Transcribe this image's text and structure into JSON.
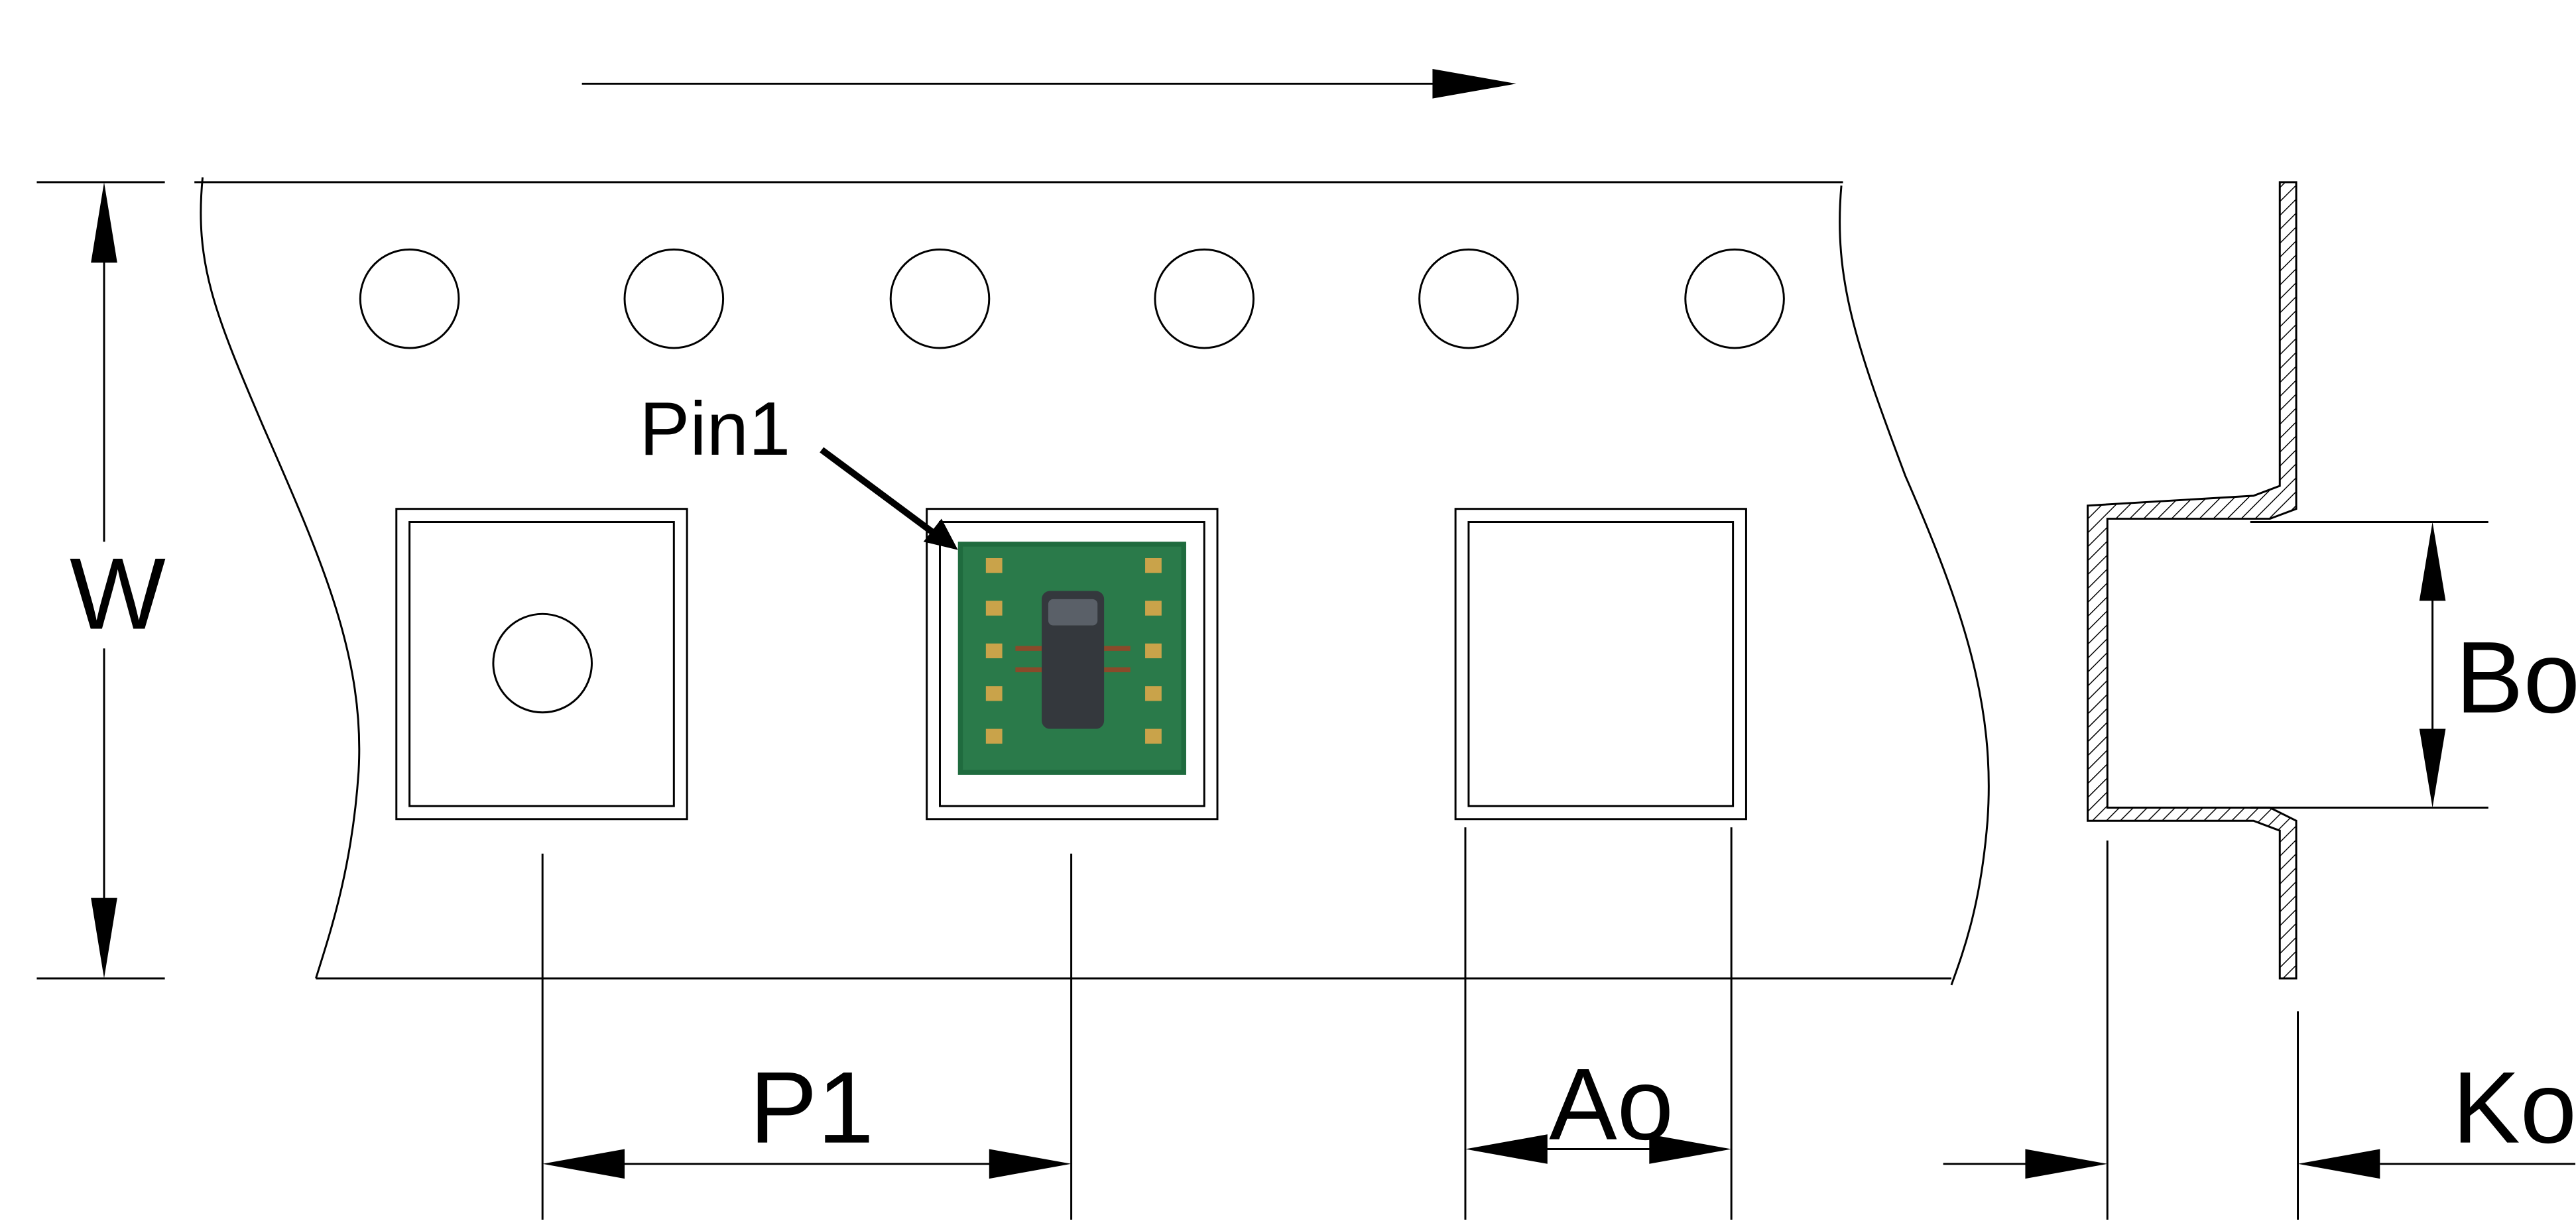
{
  "labels": {
    "pin1": "Pin1",
    "w": "W",
    "bo": "Bo",
    "p1": "P1",
    "ao": "Ao",
    "ko": "Ko"
  },
  "colors": {
    "line": "#000000",
    "background": "#ffffff",
    "pcb": "#1f6b3e",
    "pad": "#c9a34a",
    "chip": "#34383d"
  },
  "sprocket_holes": 6,
  "pockets": [
    "empty-with-hole",
    "with-component",
    "empty"
  ]
}
